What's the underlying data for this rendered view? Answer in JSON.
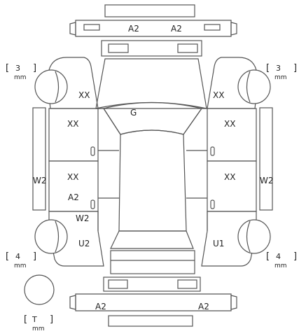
{
  "diagram": {
    "damage_codes": {
      "front_bumper_left": "A2",
      "front_bumper_right": "A2",
      "front_left_fender": "XX",
      "front_right_fender": "XX",
      "hood": "G",
      "left_front_door": "XX",
      "right_front_door": "XX",
      "left_rear_door_upper": "XX",
      "left_rear_door_lower": "A2",
      "right_rear_door": "XX",
      "left_rocker": "W2",
      "right_rocker": "W2",
      "left_quarter": "W2",
      "left_rear_quarter": "U2",
      "right_rear_quarter": "U1",
      "rear_bumper_left": "A2",
      "rear_bumper_right": "A2"
    },
    "tread_depth": {
      "front_left": "3",
      "front_right": "3",
      "rear_left": "4",
      "rear_right": "4",
      "spare": "T",
      "unit": "mm",
      "open_bracket": "[",
      "close_bracket": "]"
    }
  }
}
